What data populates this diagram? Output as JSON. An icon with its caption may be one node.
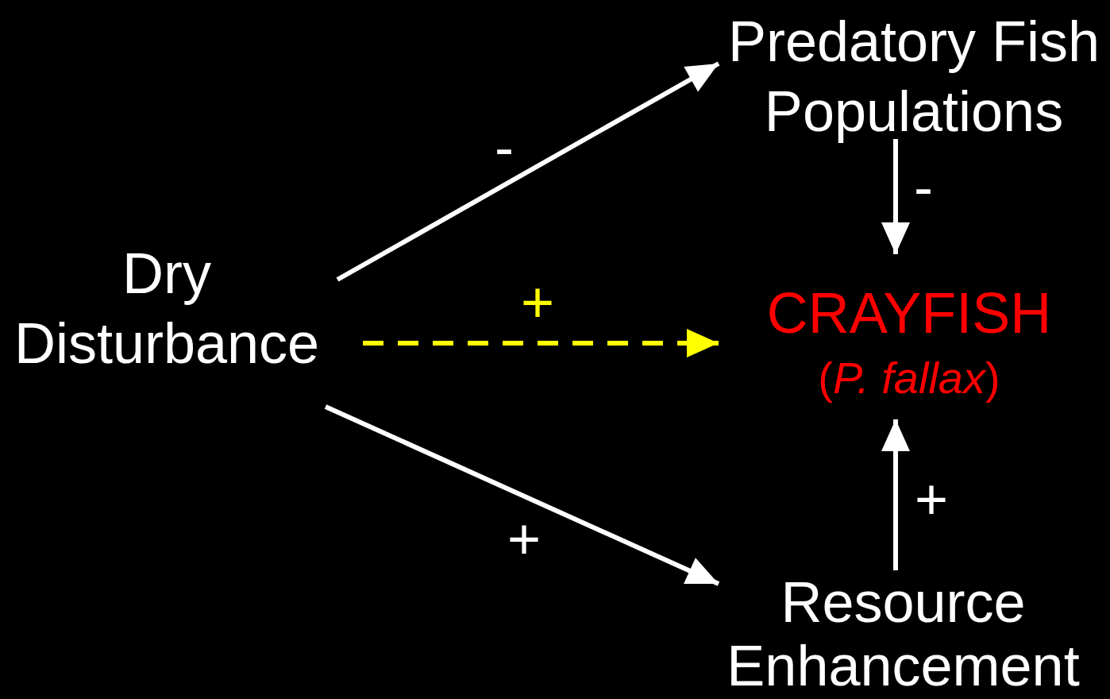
{
  "diagram": {
    "nodes": [
      {
        "text": [
          "Dry Disturbance"
        ]
      },
      {
        "text": [
          "Predatory Fish Populations"
        ]
      },
      {
        "text": [
          "CRAYFISH",
          "(*P. fallax*)"
        ]
      },
      {
        "text": [
          "Resource Enhancement"
        ]
      }
    ],
    "edges": [
      {
        "from": 0,
        "to": 1,
        "arrow": "to",
        "label": "-"
      },
      {
        "from": 0,
        "to": 2,
        "arrow": "to",
        "label": "+",
        "style": "dashed",
        "color": "#ffff00"
      },
      {
        "from": 0,
        "to": 3,
        "arrow": "to",
        "label": "+"
      },
      {
        "from": 1,
        "to": 2,
        "arrow": "to",
        "label": "-"
      },
      {
        "from": 3,
        "to": 2,
        "arrow": "to",
        "label": "+"
      }
    ]
  }
}
